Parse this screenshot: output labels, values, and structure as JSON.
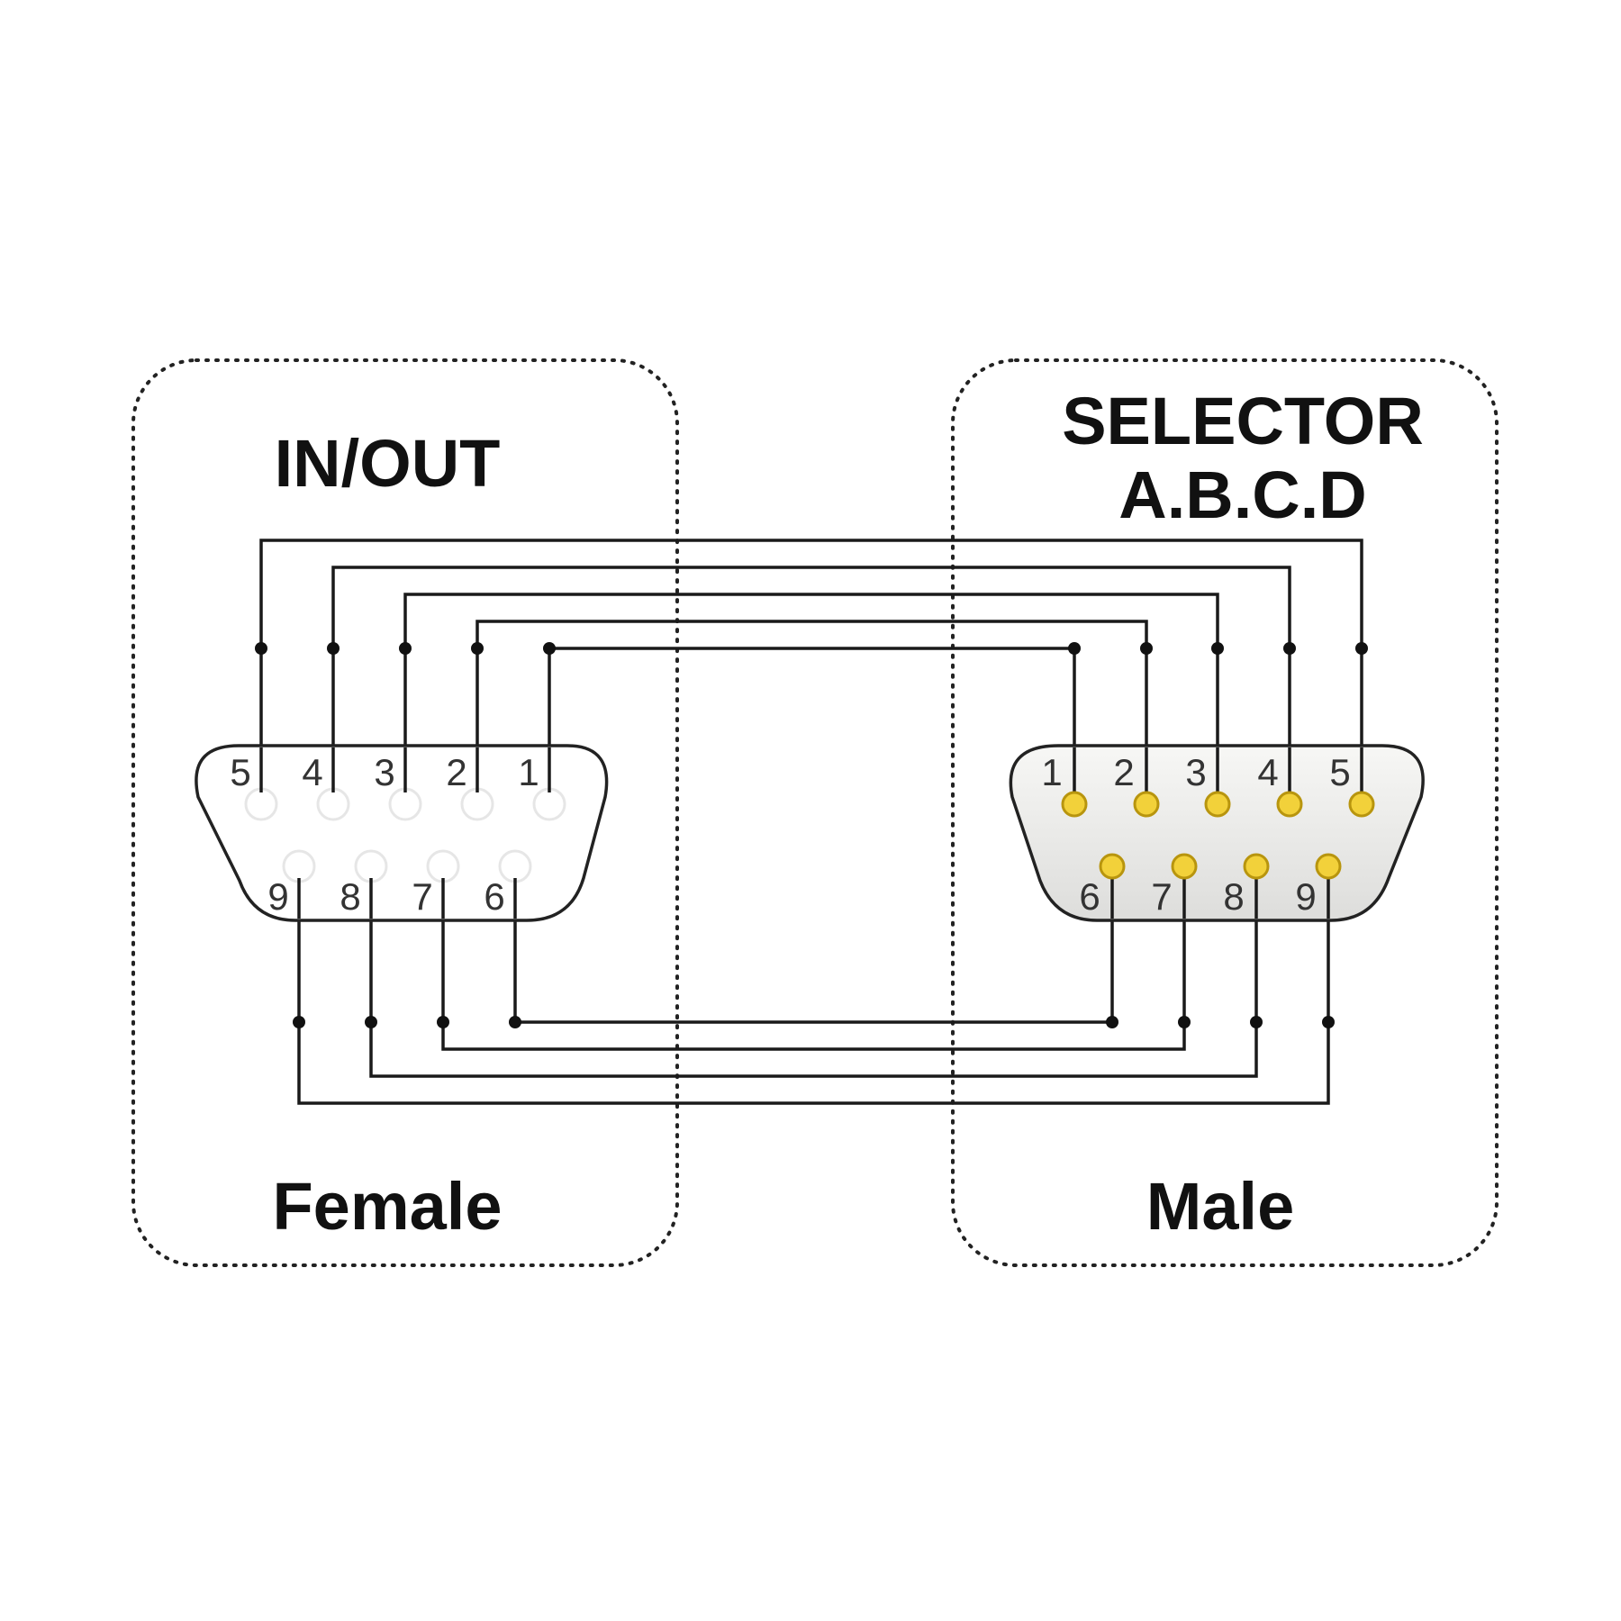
{
  "labels": {
    "left_title": "IN/OUT",
    "right_title_line1": "SELECTOR",
    "right_title_line2": "A.B.C.D",
    "left_bottom": "Female",
    "right_bottom": "Male"
  },
  "female": {
    "top_pins": [
      "5",
      "4",
      "3",
      "2",
      "1"
    ],
    "bottom_pins": [
      "9",
      "8",
      "7",
      "6"
    ]
  },
  "male": {
    "top_pins": [
      "1",
      "2",
      "3",
      "4",
      "5"
    ],
    "bottom_pins": [
      "6",
      "7",
      "8",
      "9"
    ]
  },
  "colors": {
    "female_socket": "#e6e6e6",
    "male_pin_fill": "#f2d13a",
    "male_pin_stroke": "#b8950e"
  }
}
